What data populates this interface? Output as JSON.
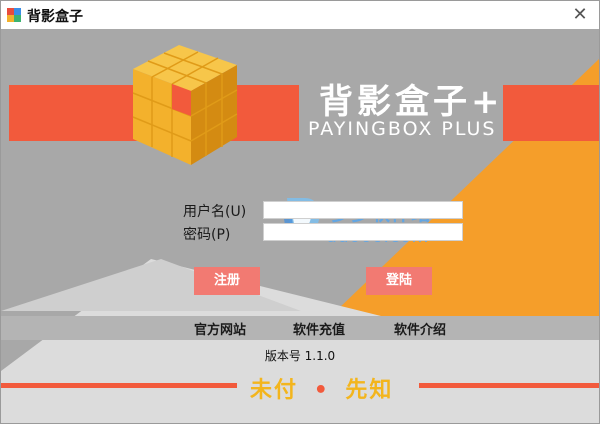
{
  "window": {
    "title": "背影盒子",
    "close_label": "✕"
  },
  "brand": {
    "name_cn": "背影盒子",
    "plus": "+",
    "name_en": "PAYINGBOX PLUS"
  },
  "login": {
    "username_label": "用户名(U)",
    "username_value": "",
    "password_label": "密码(P)",
    "password_value": "",
    "register_label": "注册",
    "login_label": "登陆"
  },
  "nav": {
    "items": [
      "官方网站",
      "软件充值",
      "软件介绍"
    ]
  },
  "version_text": "版本号 1.1.0",
  "slogan": {
    "left": "未付",
    "sep": "•",
    "right": "先知"
  },
  "watermark": {
    "cn": "多多软件站",
    "en": "ddooo.com"
  },
  "colors": {
    "bg_gray": "#a8a8a8",
    "orange": "#f59e2a",
    "coral": "#f25a3c",
    "button": "#f27a72",
    "light_gray": "#dedede",
    "cube": "#f3b12c"
  },
  "icons": [
    "app-icon",
    "close-icon",
    "cube-logo-icon",
    "watermark-logo-icon"
  ]
}
